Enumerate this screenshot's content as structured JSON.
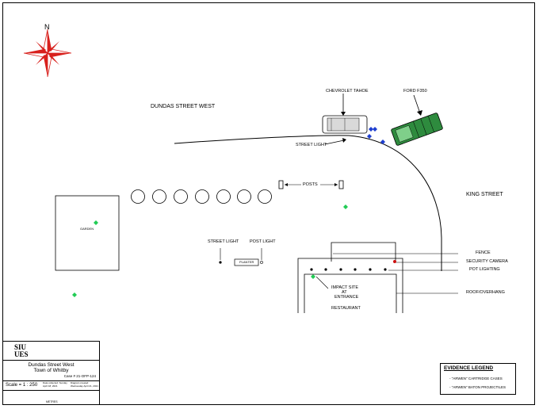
{
  "compass": {
    "north_label": "N"
  },
  "streets": {
    "dundas": "DUNDAS STREET WEST",
    "king": "KING STREET"
  },
  "vehicles": {
    "tahoe": "CHEVROLET TAHOE",
    "f350": "FORD F350"
  },
  "labels": {
    "street_light_top": "STREET LIGHT",
    "posts": "POSTS",
    "garden": "GARDEN",
    "street_light_mid": "STREET LIGHT",
    "post_light": "POST LIGHT",
    "planter": "PLANTER",
    "fence": "FENCE",
    "security_camera": "SECURITY CAMERA",
    "pot_lighting": "POT LIGHTING",
    "roof_overhang": "ROOF/OVERHANG",
    "impact_site": [
      "IMPACT SITE",
      "AT",
      "ENTRANCE"
    ],
    "restaurant": "RESTAURANT"
  },
  "title_block": {
    "logo": "SIU UES",
    "location_line1": "Dundas Street West",
    "location_line2": "Town of Whitby",
    "case_no": "Case # 21-OFP-124",
    "scale": "Scale = 1 : 250",
    "data_collected": "Data collected: Sunday April 18, 2021",
    "diagram_created": "Diagram created: Wednesday April 21, 2021",
    "scale_bar_unit": "METRES"
  },
  "legend": {
    "title": "EVIDENCE LEGEND",
    "items": [
      {
        "label": "- \"ARWEN\" CARTRIDGE CASES",
        "color": "#1f3fd0",
        "icon": "diamond-icon"
      },
      {
        "label": "- \"ARWEN\" BATON PROJECTILES",
        "color": "#22cc55",
        "icon": "diamond-icon"
      }
    ]
  },
  "colors": {
    "compass_red": "#d8201c",
    "cartridge_blue": "#1f3fd0",
    "projectile_green": "#22cc55",
    "ford_green": "#2e8b3e",
    "camera_red": "#cc1111"
  }
}
